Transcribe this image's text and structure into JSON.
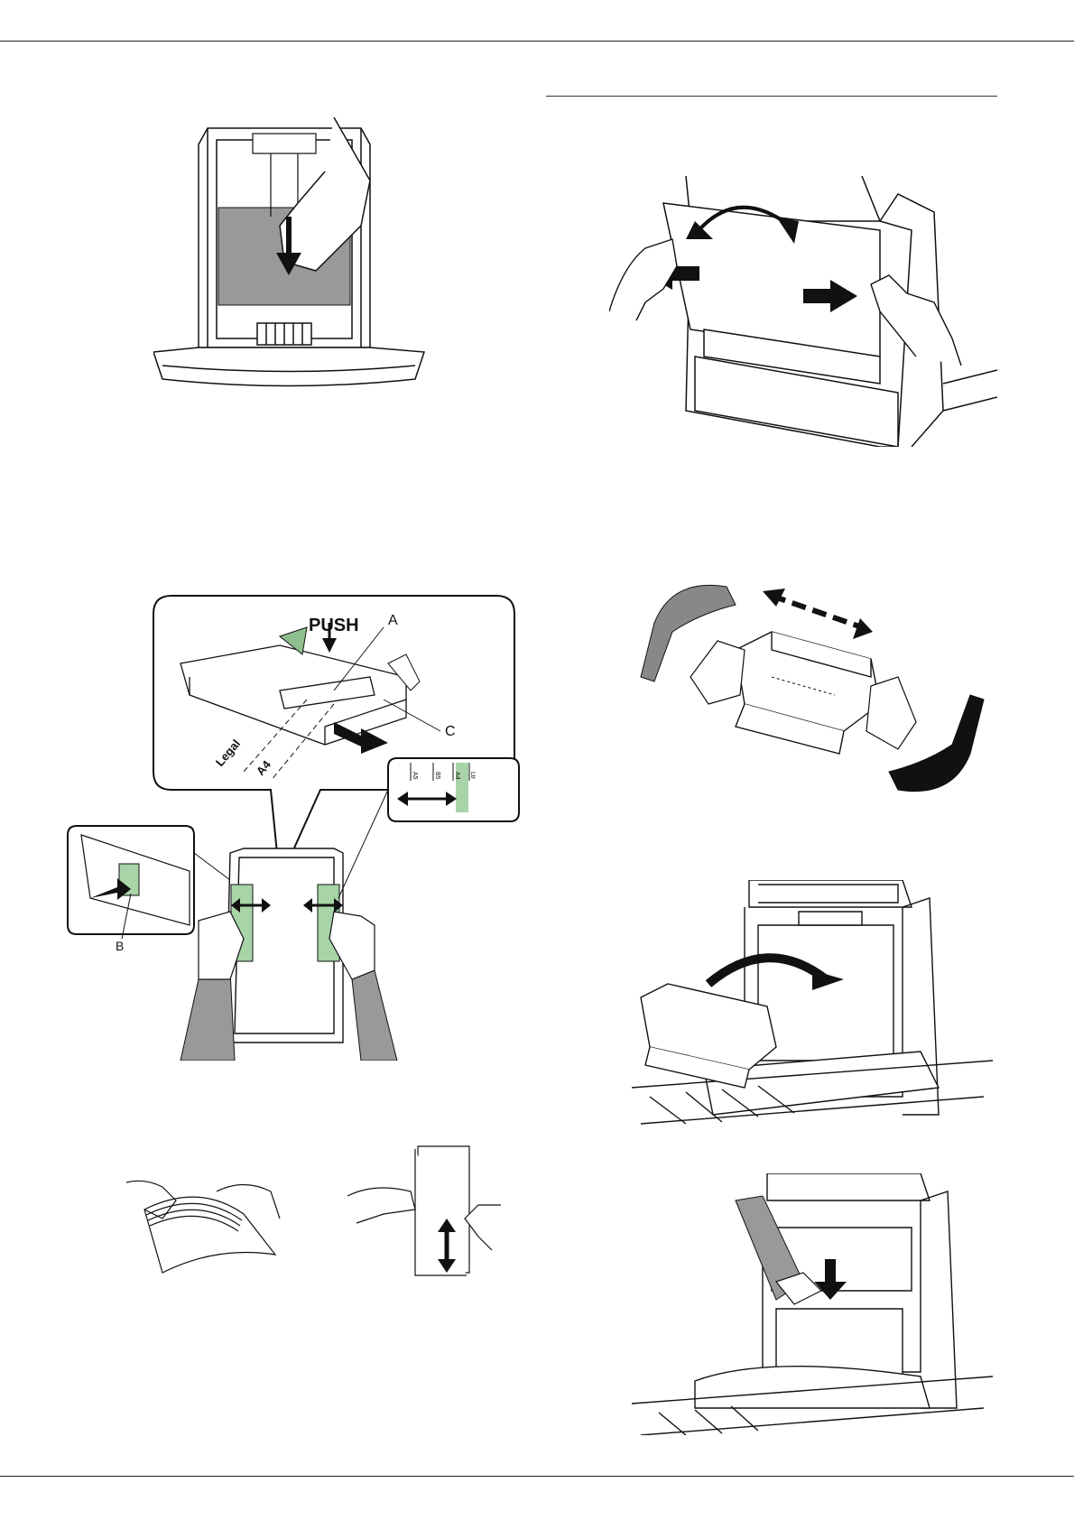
{
  "figures": {
    "paper_loading": {
      "push_label": "PUSH",
      "callout_a": "A",
      "callout_b": "B",
      "callout_c": "C",
      "guide_legal": "Legal",
      "guide_a4": "A4",
      "scale_labels": [
        "A5",
        "B5",
        "A4",
        "Ltr"
      ]
    }
  }
}
